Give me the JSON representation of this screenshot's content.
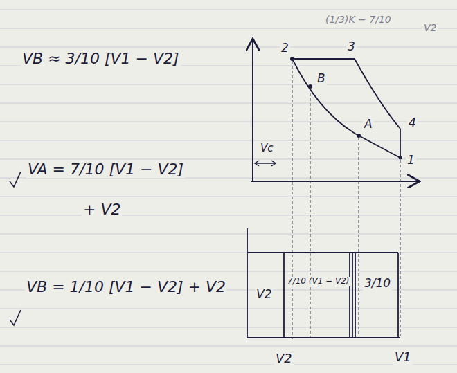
{
  "diagram": {
    "labels": [
      "VB ≈ 3/10 [V1 − V2]",
      "VA = 7/10 [V1 − V2]",
      "+ V2",
      "VB = 1/10 [V1 − V2] + V2",
      "2",
      "3",
      "B",
      "A",
      "4",
      "1",
      "Vc",
      "V2",
      "7/10 (V1 − V2)",
      "3/10",
      "V2",
      "V1",
      "(1/3)K − 7/10",
      "V2"
    ]
  }
}
